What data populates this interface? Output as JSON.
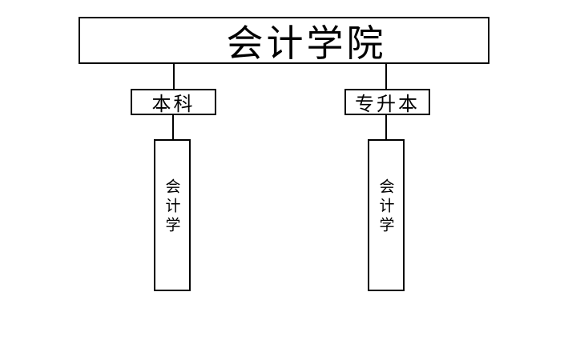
{
  "diagram": {
    "root": {
      "label": "会计学院"
    },
    "branches": [
      {
        "label": "本科",
        "child": {
          "label": "会计学"
        }
      },
      {
        "label": "专升本",
        "child": {
          "label": "会计学"
        }
      }
    ],
    "colors": {
      "background": "#ffffff",
      "line": "#000000",
      "text": "#000000"
    }
  }
}
